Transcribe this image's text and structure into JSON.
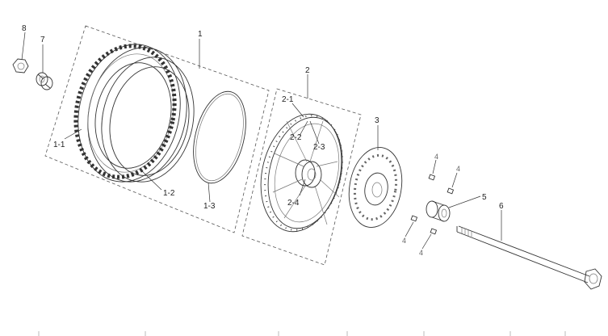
{
  "callouts": {
    "p8": "8",
    "p7": "7",
    "p1": "1",
    "p1_1": "1-1",
    "p1_2": "1-2",
    "p1_3": "1-3",
    "p2": "2",
    "p2_1": "2-1",
    "p2_2": "2-2",
    "p2_3": "2-3",
    "p2_4": "2-4",
    "p3": "3",
    "p4a": "4",
    "p4b": "4",
    "p4c": "4",
    "p4d": "4",
    "p5": "5",
    "p6": "6"
  }
}
